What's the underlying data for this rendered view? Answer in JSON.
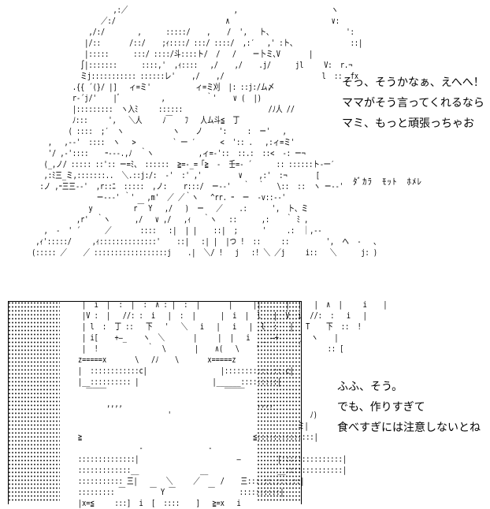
{
  "panels": [
    {
      "id": "top",
      "dialogue": [
        "そっ、そうかなぁ、えへへ！",
        "ママがそう言ってくれるなら",
        "マミ、もっと頑張っちゃお"
      ],
      "side_note": "ﾀﾞｶﾗ　ﾓｯﾄ　ﾎﾒﾚ"
    },
    {
      "id": "bottom",
      "dialogue": [
        "ふふ、そう。",
        "でも、作りすぎて",
        "食べすぎには注意しないとね"
      ]
    }
  ]
}
